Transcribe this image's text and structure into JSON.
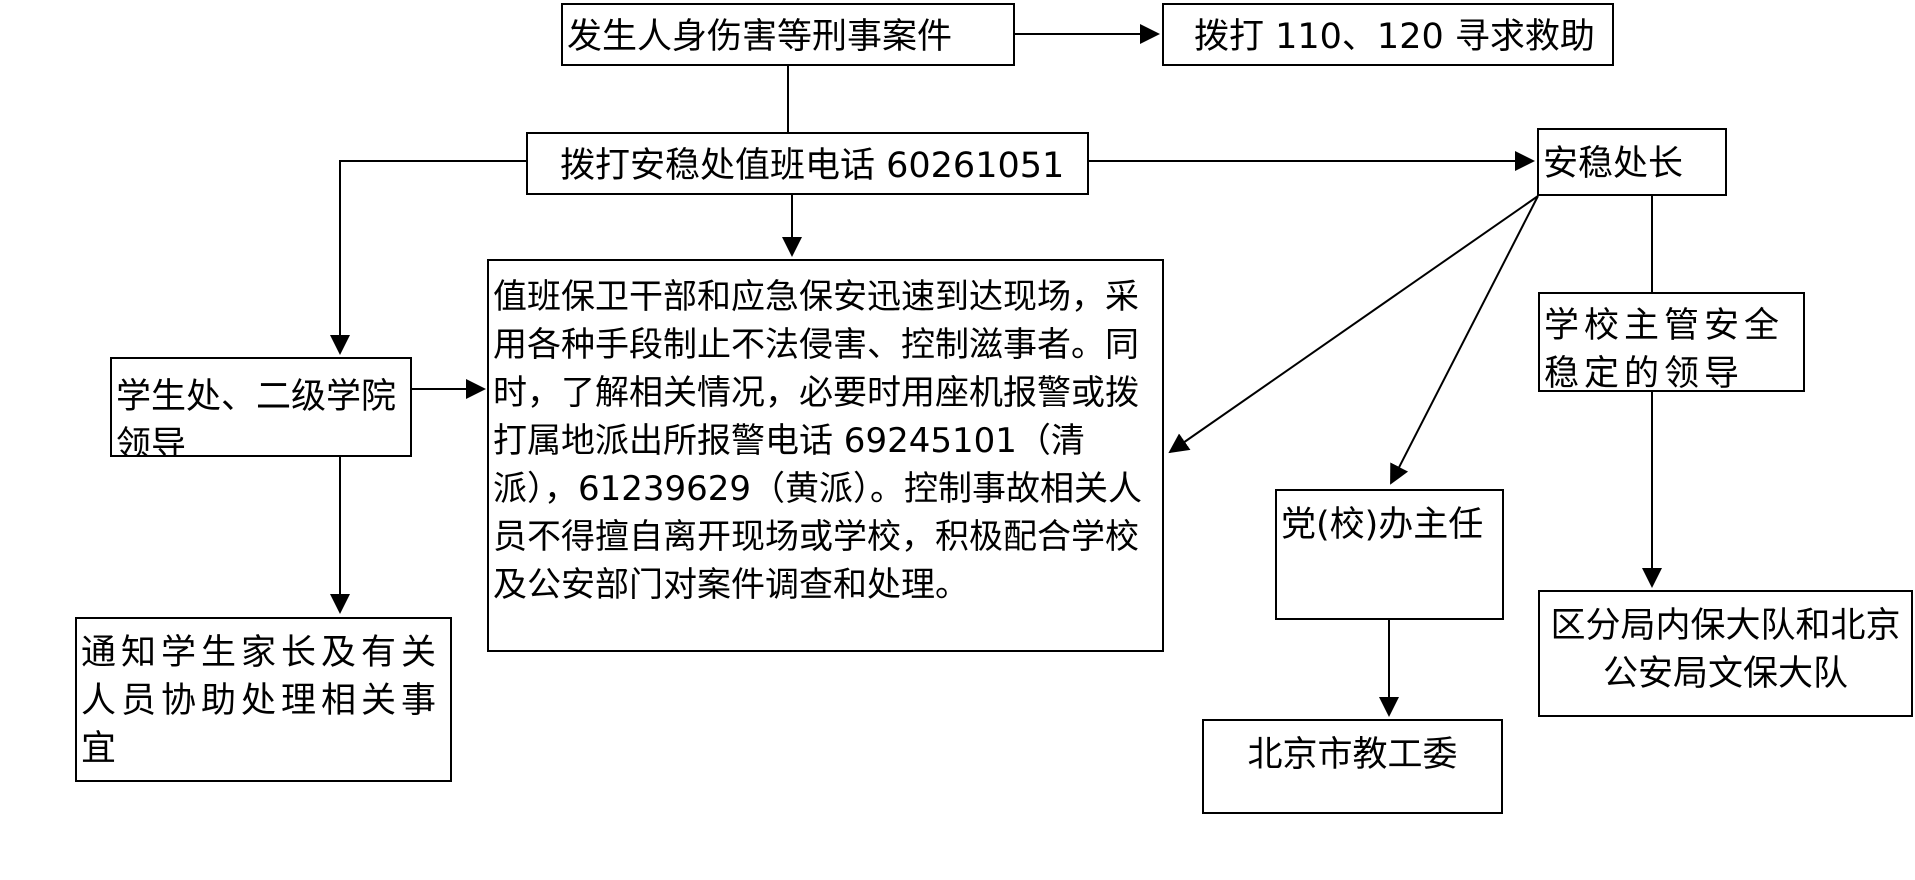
{
  "nodes": {
    "incident": "发生人身伤害等刑事案件",
    "emergency_call": "拨打 110、120 寻求救助",
    "duty_phone": "拨打安稳处值班电话 60261051",
    "security_chief": "安稳处长",
    "student_affairs": "学生处、二级学院领导",
    "onsite_action": "值班保卫干部和应急保安迅速到达现场，采用各种手段制止不法侵害、控制滋事者。同时，了解相关情况，必要时用座机报警或拨打属地派出所报警电话 69245101（清派），61239629（黄派）。控制事故相关人员不得擅自离开现场或学校，积极配合学校及公安部门对案件调查和处理。",
    "safety_leader": "学校主管安全稳定的领导",
    "notify_parents": "通知学生家长及有关人员协助处理相关事宜",
    "party_office": "党(校)办主任",
    "police_brigade": "区分局内保大队和北京公安局文保大队",
    "education_committee": "北京市教工委"
  }
}
